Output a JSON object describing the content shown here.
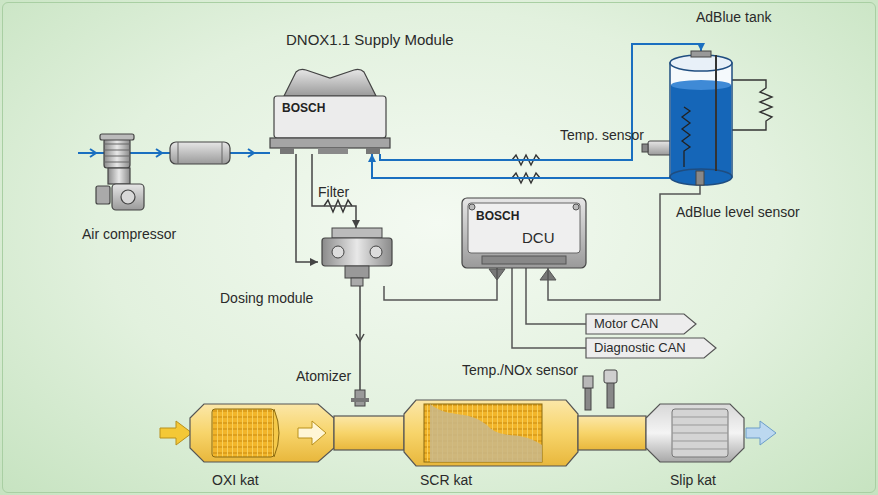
{
  "diagram": {
    "nodes": [
      {
        "text": [
          "DNOX1.1 Supply Module",
          "BOSCH"
        ]
      },
      {
        "text": [
          "AdBlue tank"
        ]
      },
      {
        "text": [
          "BOSCH",
          "DCU"
        ]
      },
      {
        "text": [
          "Dosing module"
        ]
      },
      {
        "text": [
          "Motor CAN"
        ]
      },
      {
        "text": [
          "Diagnostic CAN"
        ]
      }
    ],
    "edges": [
      {
        "from": 0,
        "to": 1,
        "arrow": "to"
      },
      {
        "from": 1,
        "to": 0,
        "arrow": "to"
      },
      {
        "from": 0,
        "to": 3,
        "arrow": "to"
      },
      {
        "from": 0,
        "to": 3,
        "arrow": "to"
      },
      {
        "from": 3,
        "to": 2,
        "arrow": "none"
      },
      {
        "from": 1,
        "to": 2,
        "arrow": "none"
      },
      {
        "from": 2,
        "to": 4,
        "arrow": "none"
      },
      {
        "from": 2,
        "to": 5,
        "arrow": "none"
      }
    ],
    "labels": [
      "Temp. sensor",
      "Filter",
      "Air compressor",
      "AdBlue level sensor",
      "Atomizer",
      "Temp./NOx sensor",
      "OXI kat",
      "SCR kat",
      "Slip kat"
    ]
  }
}
